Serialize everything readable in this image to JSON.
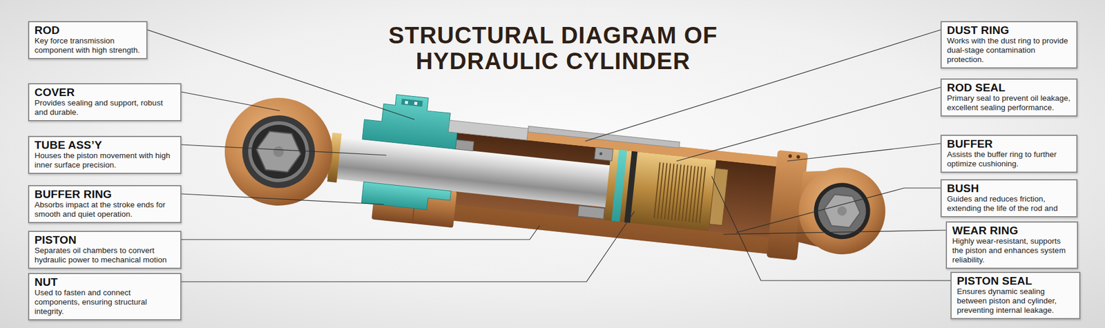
{
  "diagram": {
    "title": "STRUCTURAL DIAGRAM OF HYDRAULIC CYLINDER",
    "nodes": [
      {
        "text": [
          "ROD",
          "Key force transmission component with high strength."
        ]
      },
      {
        "text": [
          "COVER",
          "Provides sealing and support, robust and durable."
        ]
      },
      {
        "text": [
          "TUBE ASS’Y",
          "Houses the piston movement with high inner surface precision."
        ]
      },
      {
        "text": [
          "BUFFER RING",
          "Absorbs impact at the stroke ends for smooth and quiet operation."
        ]
      },
      {
        "text": [
          "PISTON",
          "Separates oil chambers to convert hydraulic power to mechanical motion"
        ]
      },
      {
        "text": [
          "NUT",
          "Used to fasten and connect components, ensuring structural integrity."
        ]
      },
      {
        "text": [
          "DUST RING",
          "Works with the dust ring to provide dual-stage contamination protection."
        ]
      },
      {
        "text": [
          "ROD SEAL",
          "Primary seal to prevent oil leakage, excellent sealing performance."
        ]
      },
      {
        "text": [
          "BUFFER",
          "Assists the buffer ring to further optimize cushioning."
        ]
      },
      {
        "text": [
          "BUSH",
          "Guides and reduces friction, extending the life of the rod and"
        ]
      },
      {
        "text": [
          "WEAR RING",
          "Highly wear-resistant, supports the piston and enhances system reliability."
        ]
      },
      {
        "text": [
          "PISTON SEAL",
          "Ensures dynamic sealing between piston and cylinder, preventing internal leakage."
        ]
      }
    ]
  }
}
